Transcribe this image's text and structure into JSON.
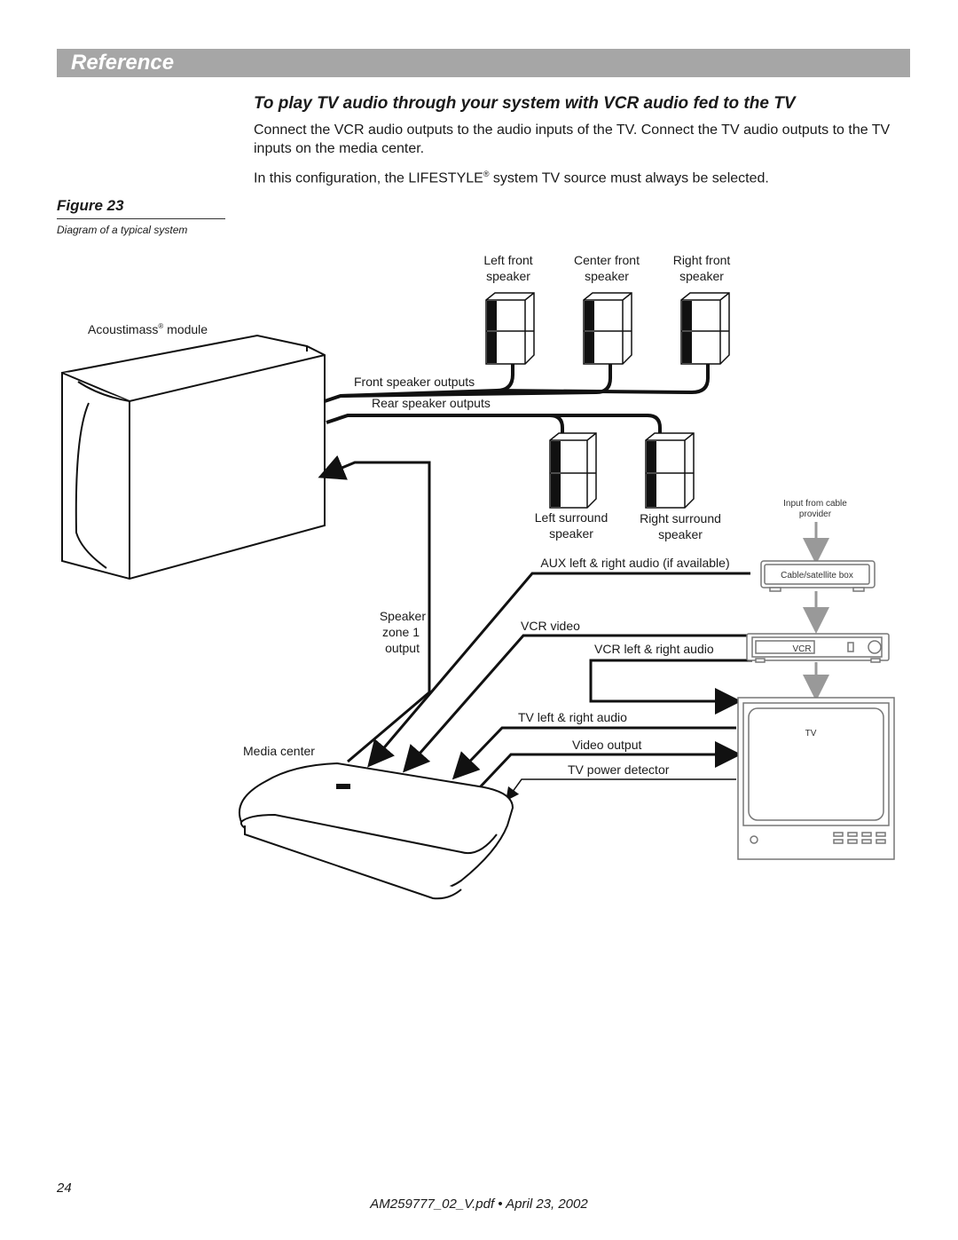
{
  "header": {
    "title": "Reference"
  },
  "heading": "To play TV audio through your system with VCR audio fed to the TV",
  "paragraphs": {
    "p1": "Connect the VCR audio outputs to the audio inputs of the TV. Connect the TV audio outputs to the TV inputs on the media center.",
    "p2_before": "In this configuration, the LIFESTYLE",
    "p2_mark": "®",
    "p2_after": " system TV source must always be selected."
  },
  "figure": {
    "label": "Figure 23",
    "caption": "Diagram of a typical system"
  },
  "diagram_labels": {
    "left_front_1": "Left front",
    "left_front_2": "speaker",
    "center_front_1": "Center front",
    "center_front_2": "speaker",
    "right_front_1": "Right front",
    "right_front_2": "speaker",
    "acoustimass": "Acoustimass",
    "acoustimass_mark": "®",
    "acoustimass_suffix": " module",
    "front_outputs": "Front speaker outputs",
    "rear_outputs": "Rear speaker outputs",
    "left_surround_1": "Left surround",
    "left_surround_2": "speaker",
    "right_surround_1": "Right surround",
    "right_surround_2": "speaker",
    "input_cable_1": "Input from cable",
    "input_cable_2": "provider",
    "aux_audio": "AUX left & right audio (if available)",
    "cable_box": "Cable/satellite box",
    "speaker_zone_1": "Speaker",
    "speaker_zone_2": "zone 1",
    "speaker_zone_3": "output",
    "vcr_video": "VCR video",
    "vcr_audio": "VCR left & right audio",
    "vcr": "VCR",
    "tv_audio": "TV left & right audio",
    "tv": "TV",
    "media_center": "Media center",
    "video_output": "Video output",
    "tv_power": "TV power detector"
  },
  "footer": {
    "page_number": "24",
    "doc_line": "AM259777_02_V.pdf • April 23, 2002"
  }
}
